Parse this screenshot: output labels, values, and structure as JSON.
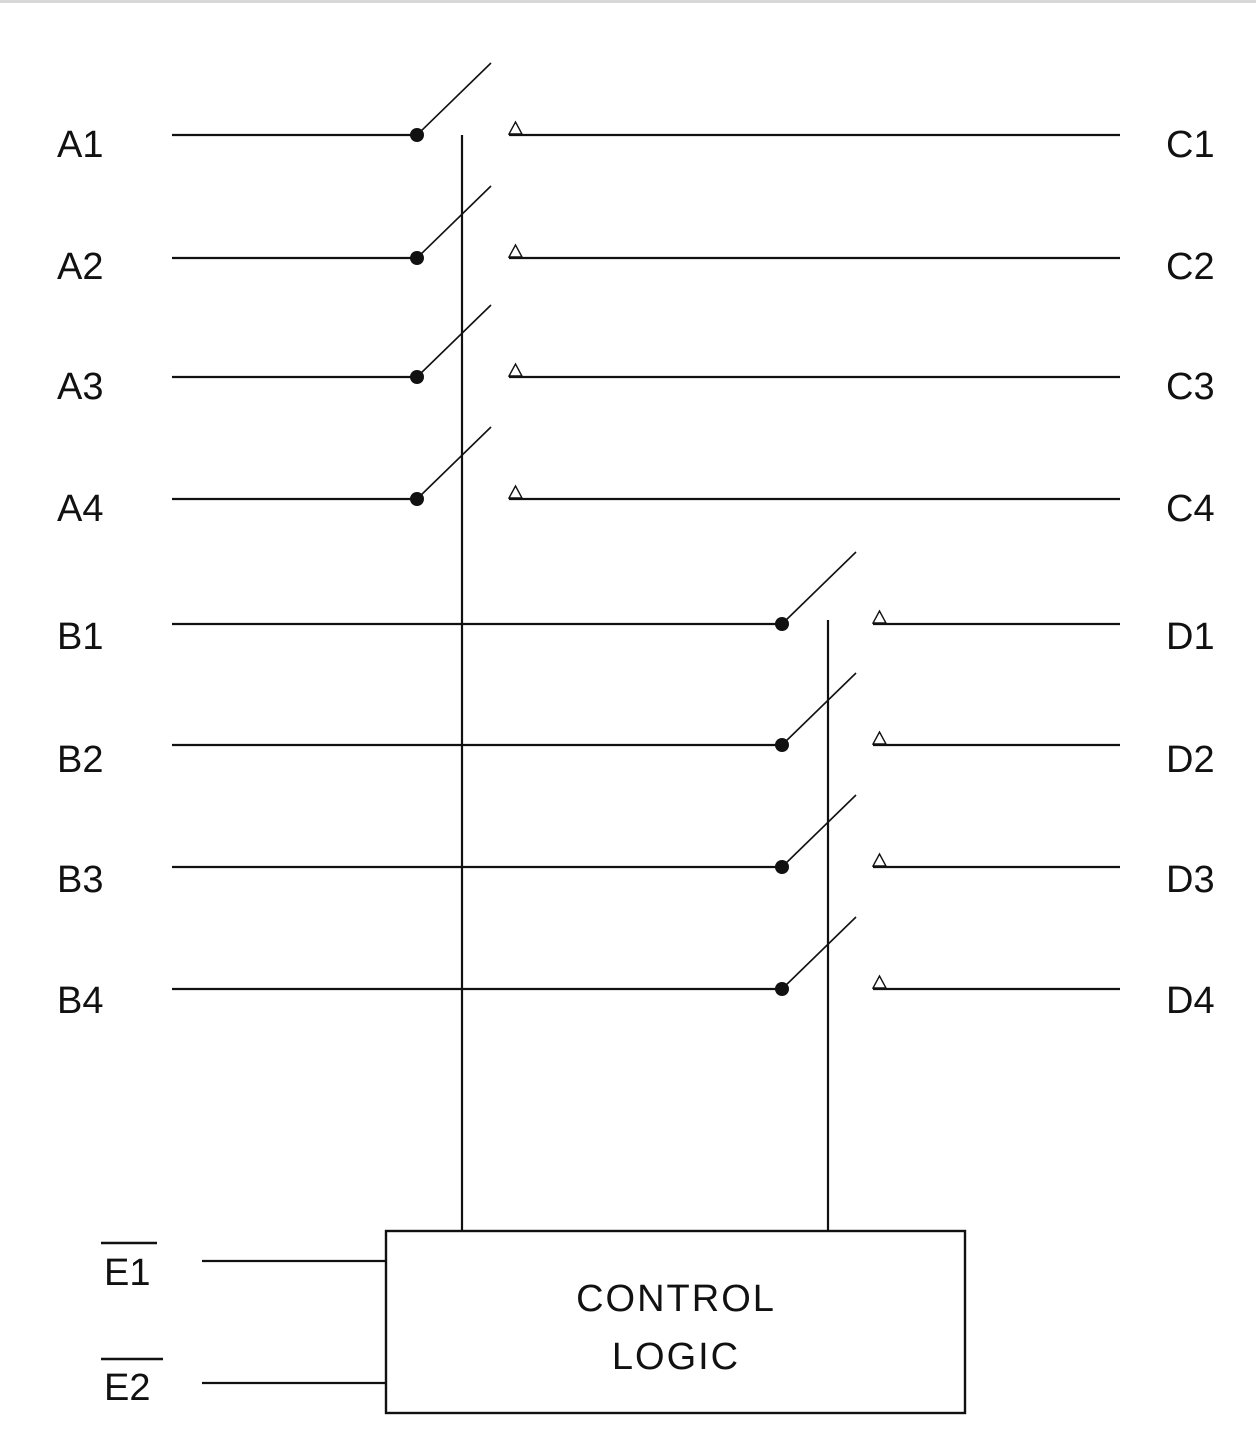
{
  "inputs_a": [
    "A1",
    "A2",
    "A3",
    "A4"
  ],
  "outputs_c": [
    "C1",
    "C2",
    "C3",
    "C4"
  ],
  "inputs_b": [
    "B1",
    "B2",
    "B3",
    "B4"
  ],
  "outputs_d": [
    "D1",
    "D2",
    "D3",
    "D4"
  ],
  "enables": [
    "E1",
    "E2"
  ],
  "control_block": {
    "line1": "CONTROL",
    "line2": "LOGIC"
  },
  "colors": {
    "line": "#111111",
    "background": "#ffffff"
  }
}
